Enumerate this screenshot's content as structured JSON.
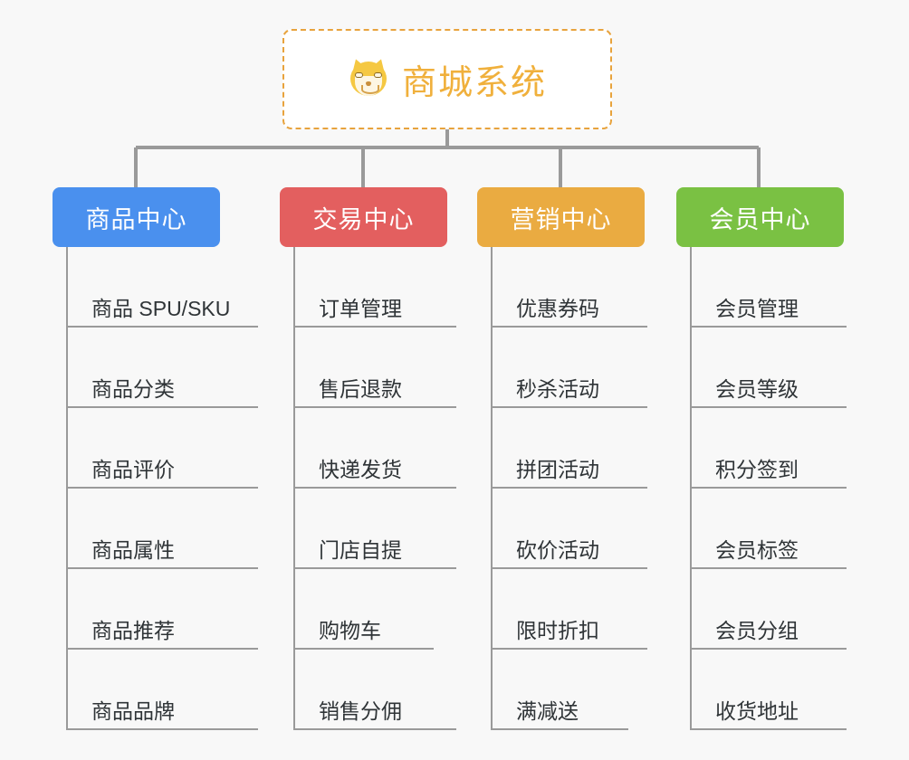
{
  "page": {
    "background_color": "#f8f8f8",
    "type": "org-chart-mindmap"
  },
  "root": {
    "title": "商城系统",
    "icon": "shiba-dog-face-icon",
    "icon_glyph": "🐕",
    "text_color": "#f0b03c",
    "border_color": "#e8a33d",
    "background_color": "#ffffff"
  },
  "connector": {
    "color": "#9a9a9a"
  },
  "branches": [
    {
      "label": "商品中心",
      "color": "#4a90ee",
      "items": [
        "商品 SPU/SKU",
        "商品分类",
        "商品评价",
        "商品属性",
        "商品推荐",
        "商品品牌"
      ]
    },
    {
      "label": "交易中心",
      "color": "#e35f5f",
      "items": [
        "订单管理",
        "售后退款",
        "快递发货",
        "门店自提",
        "购物车",
        "销售分佣"
      ]
    },
    {
      "label": "营销中心",
      "color": "#eaab41",
      "items": [
        "优惠券码",
        "秒杀活动",
        "拼团活动",
        "砍价活动",
        "限时折扣",
        "满减送"
      ]
    },
    {
      "label": "会员中心",
      "color": "#7ac143",
      "items": [
        "会员管理",
        "会员等级",
        "积分签到",
        "会员标签",
        "会员分组",
        "收货地址"
      ]
    }
  ]
}
